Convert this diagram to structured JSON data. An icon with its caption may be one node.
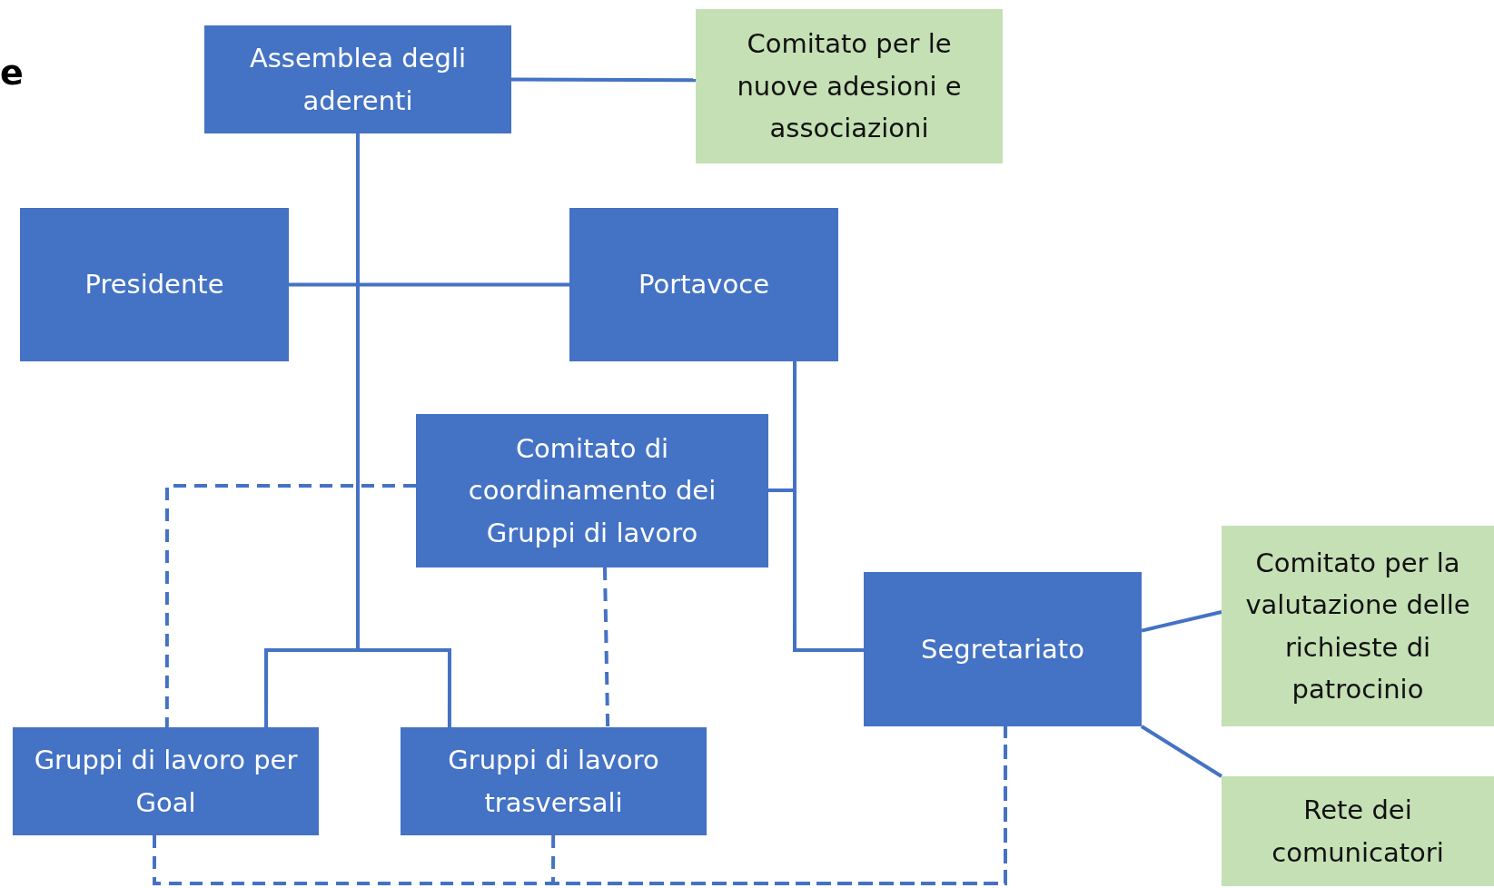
{
  "diagram": {
    "nodes": [
      {
        "text": [
          "Assemblea degli aderenti"
        ]
      },
      {
        "text": [
          "Comitato per le nuove adesioni e associazioni"
        ]
      },
      {
        "text": [
          "Presidente"
        ]
      },
      {
        "text": [
          "Portavoce"
        ]
      },
      {
        "text": [
          "Comitato di coordinamento dei Gruppi di lavoro"
        ]
      },
      {
        "text": [
          "Segretariato"
        ]
      },
      {
        "text": [
          "Comitato per la valutazione delle richieste di patrocinio"
        ]
      },
      {
        "text": [
          "Rete dei comunicatori"
        ]
      },
      {
        "text": [
          "Gruppi di lavoro per Goal"
        ]
      },
      {
        "text": [
          "Gruppi di lavoro trasversali"
        ]
      }
    ],
    "edges": [
      {
        "from": 0,
        "to": 1,
        "arrow": "none"
      },
      {
        "from": 2,
        "to": 3,
        "arrow": "none"
      },
      {
        "from": 0,
        "to": 8,
        "arrow": "none"
      },
      {
        "from": 0,
        "to": 9,
        "arrow": "none"
      },
      {
        "from": 3,
        "to": 5,
        "arrow": "none"
      },
      {
        "from": 4,
        "to": 3,
        "arrow": "none"
      },
      {
        "from": 5,
        "to": 6,
        "arrow": "none"
      },
      {
        "from": 5,
        "to": 7,
        "arrow": "none"
      },
      {
        "from": 4,
        "to": 8,
        "arrow": "none",
        "style": "dashed"
      },
      {
        "from": 4,
        "to": 9,
        "arrow": "none",
        "style": "dashed"
      },
      {
        "from": 8,
        "to": 5,
        "arrow": "none",
        "style": "dashed"
      },
      {
        "from": 9,
        "to": 5,
        "arrow": "none",
        "style": "dashed"
      }
    ],
    "labels": [
      "e"
    ]
  }
}
